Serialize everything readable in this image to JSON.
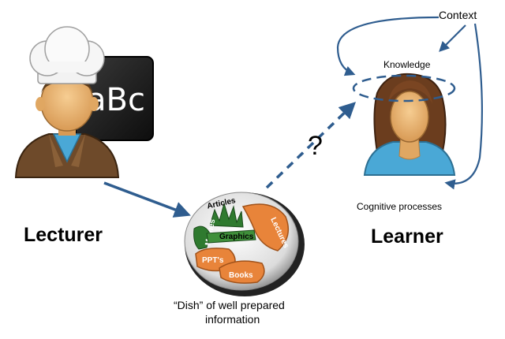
{
  "labels": {
    "lecturer": "Lecturer",
    "learner": "Learner",
    "context": "Context",
    "knowledge": "Knowledge",
    "cognitive": "Cognitive processes",
    "question": "?",
    "dish_line1": "“Dish” of well prepared",
    "dish_line2": "information"
  },
  "chalkboard": {
    "text": "aBc"
  },
  "plate": {
    "articles": "Articles",
    "movies": "Movies",
    "graphics": "Graphics",
    "lectures": "Lectures",
    "ppts": "PPT's",
    "books": "Books"
  },
  "colors": {
    "arrow": "#2f5d8f",
    "shirt": "#4aa8d6",
    "hair": "#6b3d1e",
    "skin": "#e8b77a",
    "orange_food": "#e8843a",
    "green_food": "#2f7a2f",
    "chalkboard": "#1a1a1a"
  }
}
